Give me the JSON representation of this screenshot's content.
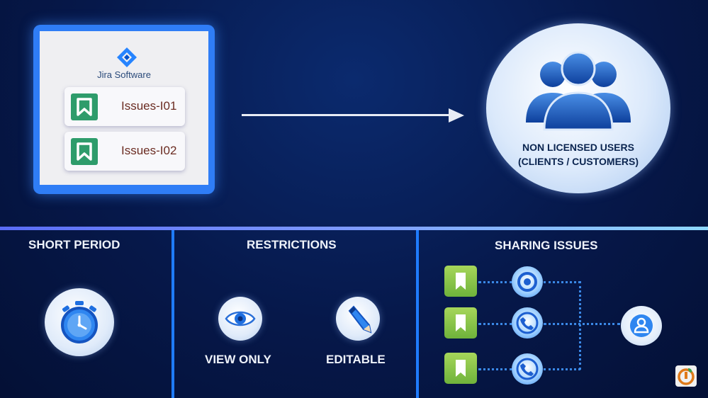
{
  "jira": {
    "app_name": "Jira Software",
    "issues": [
      {
        "label": "Issues-I01"
      },
      {
        "label": "Issues-I02"
      }
    ]
  },
  "users": {
    "title_line1": "NON LICENSED USERS",
    "title_line2": "(CLIENTS / CUSTOMERS)"
  },
  "sections": {
    "short_period": {
      "title": "SHORT PERIOD",
      "icon": "stopwatch-icon"
    },
    "restrictions": {
      "title": "RESTRICTIONS",
      "options": [
        {
          "label": "VIEW ONLY",
          "icon": "eye-icon"
        },
        {
          "label": "EDITABLE",
          "icon": "pencil-icon"
        }
      ]
    },
    "sharing": {
      "title": "SHARING ISSUES"
    }
  },
  "colors": {
    "background": "#06184a",
    "accent_blue": "#2f7df6",
    "issue_green": "#2e9c6b",
    "doc_green": "#7cbf42"
  }
}
